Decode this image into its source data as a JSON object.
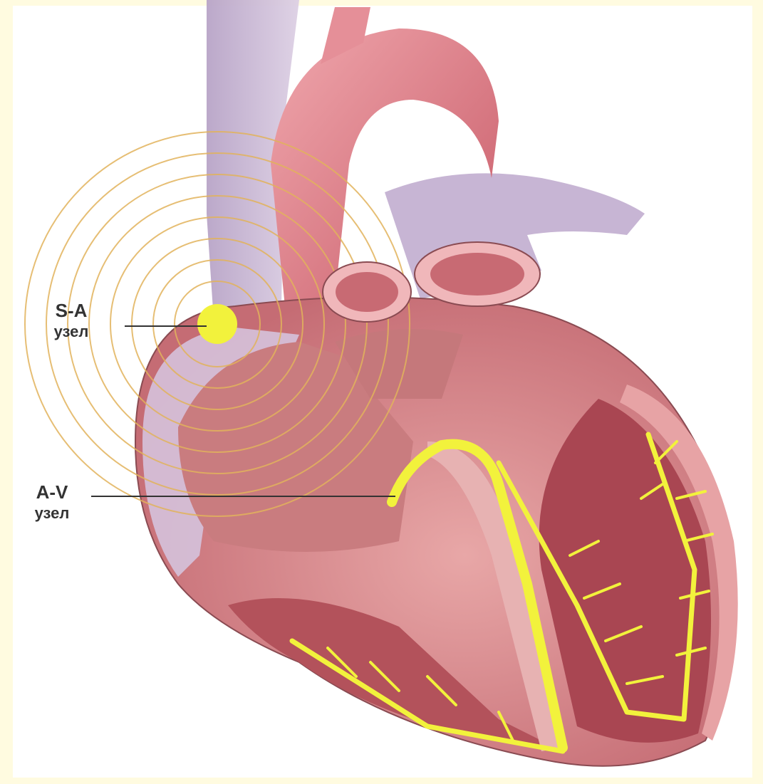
{
  "labels": {
    "sa": {
      "line1": "S-A",
      "line2": "узел"
    },
    "av": {
      "line1": "A-V",
      "line2": "узел"
    }
  },
  "colors": {
    "frame": "#fffbe0",
    "conduction": "#f2f23c",
    "myocardium": "#d98a8e",
    "vessels": "#c9b3d1",
    "aorta": "#e0848d"
  }
}
